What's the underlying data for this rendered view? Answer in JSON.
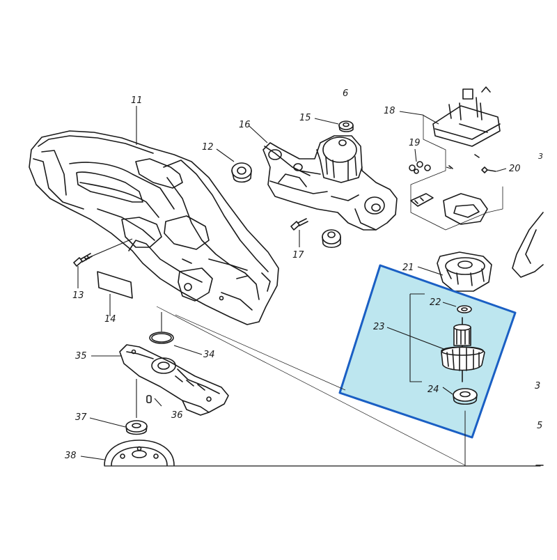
{
  "diagram": {
    "highlight_color": "#bde6ef",
    "highlight_border_color": "#1a5fc4",
    "line_color": "#1a1a1a",
    "parts": [
      {
        "number": "6"
      },
      {
        "number": "11"
      },
      {
        "number": "12"
      },
      {
        "number": "13"
      },
      {
        "number": "14"
      },
      {
        "number": "15"
      },
      {
        "number": "16"
      },
      {
        "number": "17"
      },
      {
        "number": "18"
      },
      {
        "number": "19"
      },
      {
        "number": "20"
      },
      {
        "number": "21"
      },
      {
        "number": "22"
      },
      {
        "number": "23"
      },
      {
        "number": "24"
      },
      {
        "number": "34"
      },
      {
        "number": "35"
      },
      {
        "number": "36"
      },
      {
        "number": "37"
      },
      {
        "number": "38"
      }
    ],
    "edge_fragments": [
      "3",
      "3",
      "5"
    ]
  }
}
